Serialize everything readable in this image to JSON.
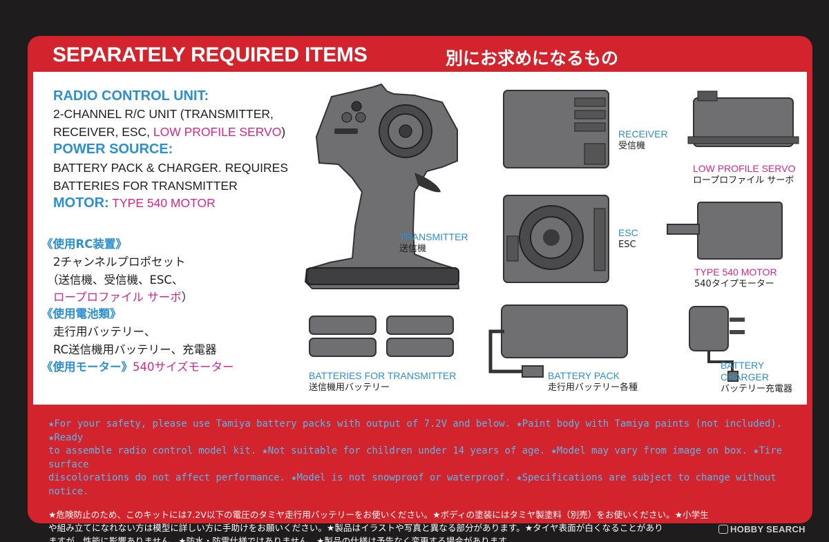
{
  "header": {
    "title_en": "SEPARATELY REQUIRED ITEMS",
    "title_ja": "別にお求めになるもの"
  },
  "left": {
    "radio_label": "RADIO CONTROL UNIT:",
    "radio_line1": "2-CHANNEL R/C UNIT (TRANSMITTER,",
    "radio_line2_a": "RECEIVER, ESC, ",
    "radio_line2_pink": "LOW PROFILE SERVO",
    "radio_line2_b": ")",
    "power_label": "POWER SOURCE:",
    "power_line1": "BATTERY PACK & CHARGER. REQUIRES",
    "power_line2": "BATTERIES FOR TRANSMITTER",
    "motor_label": "MOTOR:",
    "motor_value": "TYPE 540 MOTOR",
    "ja_rc_label": "《使用RC装置》",
    "ja_rc_line1": "2チャンネルプロポセット",
    "ja_rc_line2": "（送信機、受信機、ESC、",
    "ja_rc_line3_pink": "ロープロファイル サーボ",
    "ja_rc_line3_end": "）",
    "ja_batt_label": "《使用電池類》",
    "ja_batt_line1": "走行用バッテリー、",
    "ja_batt_line2": "RC送信機用バッテリー、充電器",
    "ja_motor_label": "《使用モーター》",
    "ja_motor_value": "540サイズモーター"
  },
  "items": {
    "transmitter": {
      "en": "TRANSMITTER",
      "ja": "送信機"
    },
    "receiver": {
      "en": "RECEIVER",
      "ja": "受信機"
    },
    "servo": {
      "en": "LOW PROFILE SERVO",
      "ja": "ロープロファイル サーボ"
    },
    "esc": {
      "en": "ESC",
      "ja": "ESC"
    },
    "motor": {
      "en": "TYPE 540 MOTOR",
      "ja": "540タイプモーター"
    },
    "tx_batteries": {
      "en": "BATTERIES FOR TRANSMITTER",
      "ja": "送信機用バッテリー"
    },
    "battery_pack": {
      "en": "BATTERY PACK",
      "ja": "走行用バッテリー各種"
    },
    "charger": {
      "en1": "BATTERY",
      "en2": "CHARGER",
      "ja": "バッテリー充電器"
    }
  },
  "notes": {
    "en_line1": "★For your safety, please use Tamiya battery packs with output of 7.2V and below. ★Paint body with Tamiya paints (not included). ★Ready",
    "en_line2": "to assemble radio control model kit. ★Not suitable for children under 14 years of age. ★Model may vary from image on box. ★Tire surface",
    "en_line3": "discolorations do not affect performance. ★Model is not snowproof or waterproof. ★Specifications are subject to change without notice.",
    "ja_line1": "★危険防止のため、このキットには7.2V以下の電圧のタミヤ走行用バッテリーをお使いください。★ボディの塗装にはタミヤ製塗料（別売）をお使いください。★小学生",
    "ja_line2": "や組み立てになれない方は模型に詳しい方に手助けをお願いください。★製品はイラストや写真と異なる部分があります。★タイヤ表面が白くなることがあり",
    "ja_line3": "ますが、性能に影響ありません。★防水・防雪仕様ではありません。★製品の仕様は予告なく変更する場合があります。"
  },
  "watermark": "HOBBY SEARCH",
  "colors": {
    "panel_red": "#d3242d",
    "label_blue": "#2b8fd0",
    "accent_pink": "#d6268c",
    "notes_blue": "#5ab6ea",
    "illustration_gray": "#6e6e70",
    "background": "#1f1c1e"
  }
}
